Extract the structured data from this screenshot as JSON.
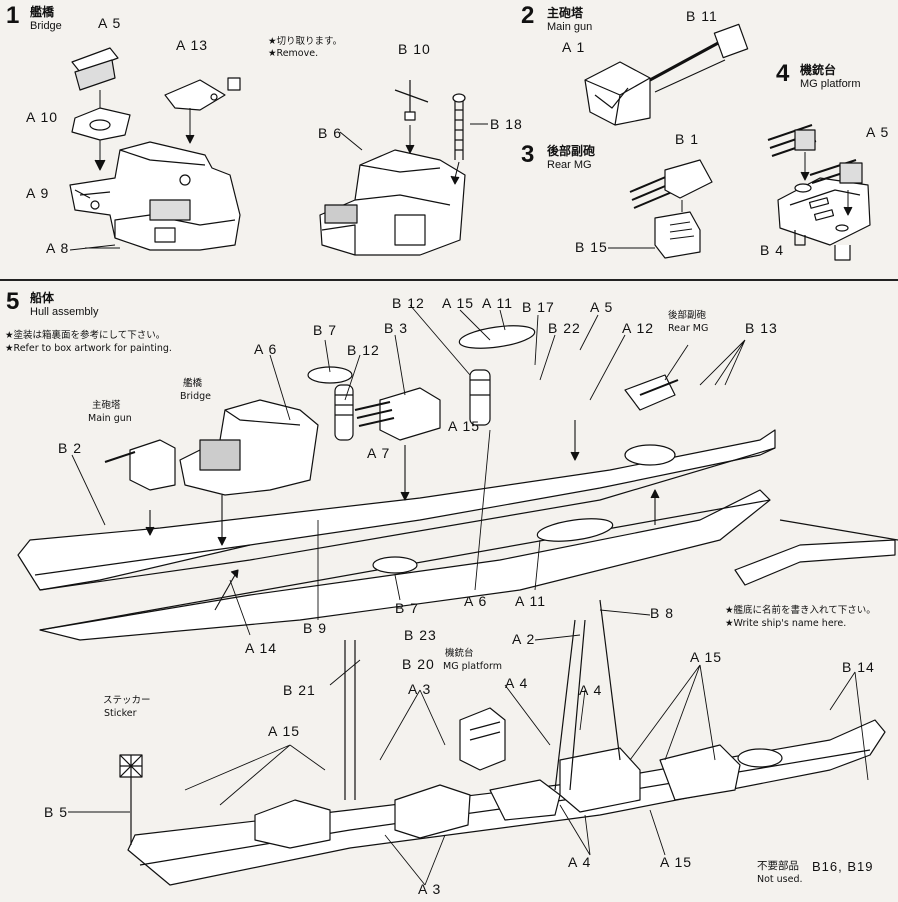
{
  "steps": {
    "s1": {
      "num": "1",
      "jp": "艦橋",
      "en": "Bridge"
    },
    "s2": {
      "num": "2",
      "jp": "主砲塔",
      "en": "Main gun"
    },
    "s3": {
      "num": "3",
      "jp": "後部副砲",
      "en": "Rear MG"
    },
    "s4": {
      "num": "4",
      "jp": "機銃台",
      "en": "MG platform"
    },
    "s5": {
      "num": "5",
      "jp": "船体",
      "en": "Hull assembly"
    }
  },
  "notes": {
    "cut_jp": "★切り取ります。",
    "cut_en": "★Remove.",
    "paint_jp": "★塗装は箱裏面を参考にして下さい。",
    "paint_en": "★Refer to box artwork for painting.",
    "name_jp": "★艦底に名前を書き入れて下さい。",
    "name_en": "★Write ship's name here.",
    "unused_jp": "不要部品",
    "unused_parts": "B16, B19",
    "unused_en": "Not used."
  },
  "hull_labels": {
    "main_gun_jp": "主砲塔",
    "main_gun_en": "Main gun",
    "bridge_jp": "艦橋",
    "bridge_en": "Bridge",
    "rear_mg_jp": "後部副砲",
    "rear_mg_en": "Rear MG",
    "mg_platform_jp": "機銃台",
    "mg_platform_en": "MG platform",
    "sticker_jp": "ステッカー",
    "sticker_en": "Sticker"
  },
  "parts": {
    "A5": "A 5",
    "A13": "A 13",
    "A10": "A 10",
    "A9": "A 9",
    "A8": "A 8",
    "B10": "B 10",
    "B6": "B 6",
    "B18": "B 18",
    "B11": "B 11",
    "A1": "A 1",
    "B1": "B 1",
    "B15": "B 15",
    "A5b": "A 5",
    "B4": "B 4",
    "B12": "B 12",
    "A15a": "A 15",
    "A11": "A 11",
    "B17": "B 17",
    "A5c": "A 5",
    "B7": "B 7",
    "B3": "B 3",
    "B12b": "B 12",
    "B22": "B 22",
    "A12": "A 12",
    "B13": "B 13",
    "A6": "A 6",
    "A15b": "A 15",
    "A7": "A 7",
    "B2": "B 2",
    "A14": "A 14",
    "B9": "B 9",
    "B7b": "B 7",
    "A6b": "A 6",
    "A11b": "A 11",
    "B8": "B 8",
    "A2": "A 2",
    "B23": "B 23",
    "B20": "B 20",
    "B21": "B 21",
    "A3": "A 3",
    "A4": "A 4",
    "A4b": "A 4",
    "A15c": "A 15",
    "A15d": "A 15",
    "B14": "B 14",
    "B5": "B 5",
    "A4c": "A 4",
    "A15e": "A 15",
    "A3b": "A 3"
  },
  "colors": {
    "ink": "#111111",
    "paper": "#f4f2ee",
    "shade": "#9a9a9a"
  }
}
